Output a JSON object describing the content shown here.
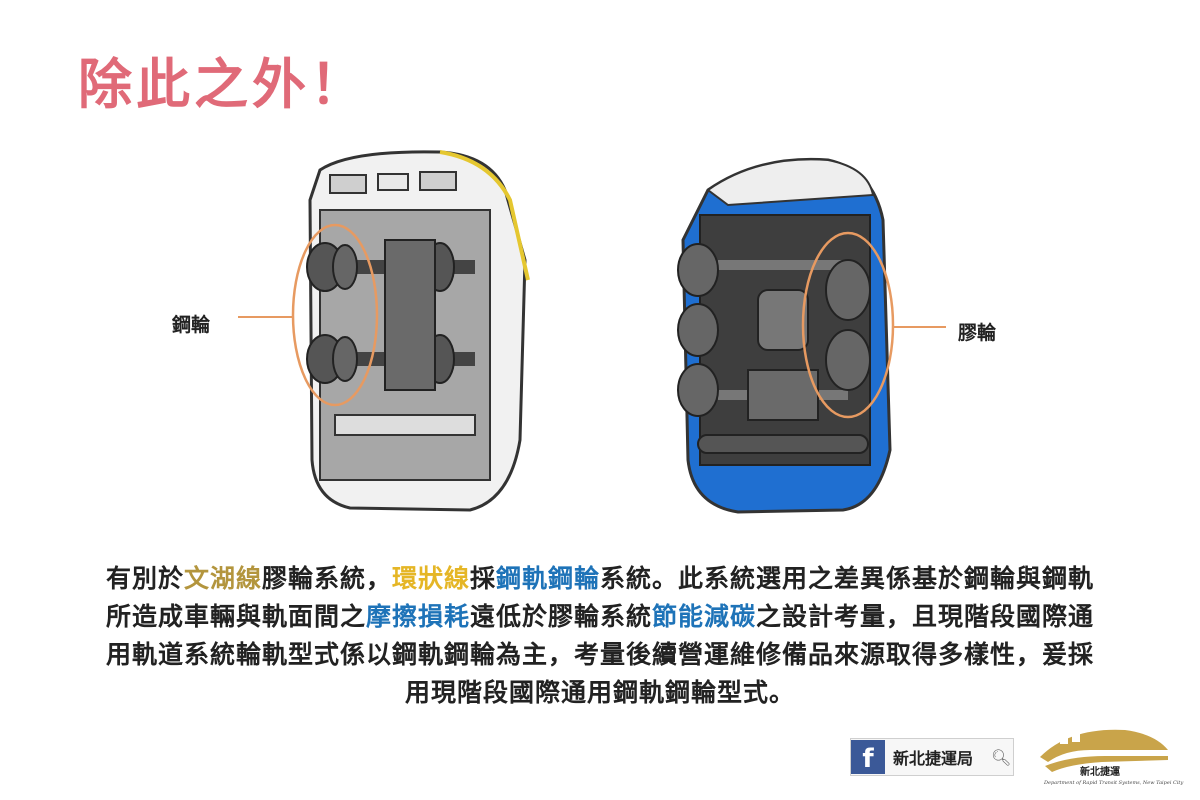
{
  "title": "除此之外！",
  "labels": {
    "steel_wheel": "鋼輪",
    "rubber_tire": "膠輪"
  },
  "paragraph": {
    "p1": "有別於",
    "h1": "文湖線",
    "p2": "膠輪系統，",
    "h2": "環狀線",
    "p3": "採",
    "h3": "鋼軌鋼輪",
    "p4": "系統。此系統選用之差異係基於鋼輪與鋼軌所造成車輛與軌面間之",
    "h4": "摩擦損耗",
    "p5": "遠低於膠輪系統",
    "h5": "節能減碳",
    "p6": "之設計考量，且現階段國際通用軌道系統輪軌型式係以鋼軌鋼輪為主，考量後續營運維修備品來源取得多樣性，爰採用現階段國際通用鋼軌鋼輪型式。"
  },
  "facebook": {
    "logo": "f",
    "page_name": "新北捷運局"
  },
  "org_logo": {
    "name": "新北捷運",
    "subtitle": "Department of Rapid Transit Systems, New Taipei City"
  },
  "colors": {
    "title": "#e06a78",
    "gold": "#b3953d",
    "yellow": "#e5b626",
    "blue": "#1e73b8",
    "leader": "#e79a61",
    "facebook": "#3b5998"
  }
}
